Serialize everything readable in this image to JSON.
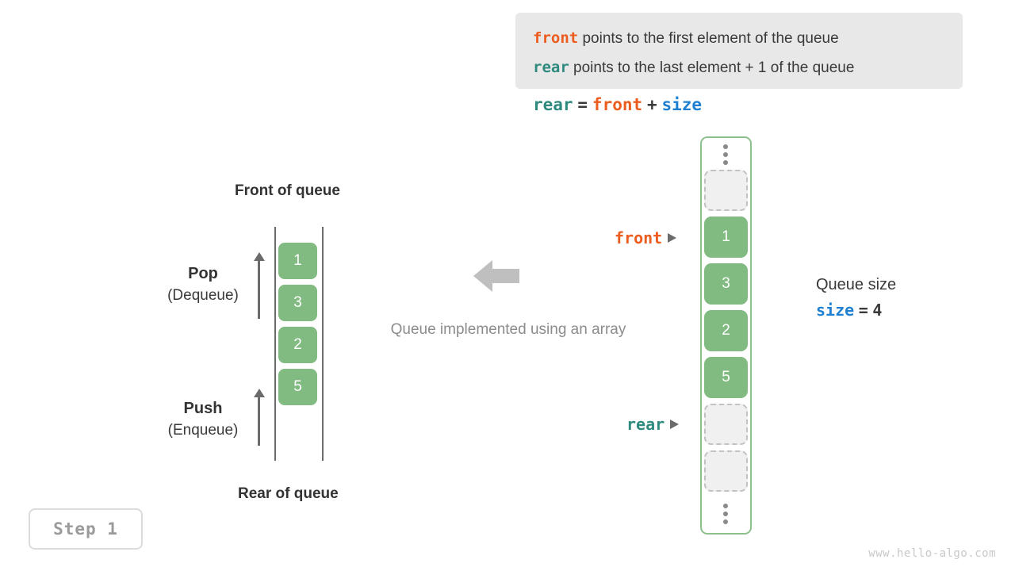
{
  "info_box": {
    "lines": [
      {
        "keyword": "front",
        "keyword_color": "#ec5c1e",
        "text": "points to the first element of the queue"
      },
      {
        "keyword": "rear",
        "keyword_color": "#2f8a7e",
        "text": "points to the last element + 1 of the queue"
      }
    ]
  },
  "formula": {
    "lhs": "rear",
    "eq": "=",
    "rhs1": "front",
    "plus": "+",
    "rhs2": "size"
  },
  "left_diagram": {
    "title_top": "Front of queue",
    "title_bottom": "Rear of queue",
    "cells": [
      "1",
      "3",
      "2",
      "5"
    ],
    "pop_label": "Pop",
    "pop_sub": "(Dequeue)",
    "push_label": "Push",
    "push_sub": "(Enqueue)"
  },
  "center": {
    "caption": "Queue implemented using an array"
  },
  "array_diagram": {
    "cells": [
      {
        "kind": "empty",
        "value": ""
      },
      {
        "kind": "filled",
        "value": "1"
      },
      {
        "kind": "filled",
        "value": "3"
      },
      {
        "kind": "filled",
        "value": "2"
      },
      {
        "kind": "filled",
        "value": "5"
      },
      {
        "kind": "empty",
        "value": ""
      },
      {
        "kind": "empty",
        "value": ""
      }
    ],
    "front_label": "front",
    "rear_label": "rear"
  },
  "size_block": {
    "title": "Queue size",
    "name": "size",
    "eq": "=",
    "value": "4"
  },
  "step_badge": {
    "label": "Step 1"
  },
  "watermark": {
    "text": "www.hello-algo.com"
  },
  "colors": {
    "front": "#ec5c1e",
    "rear": "#2f8a7e",
    "size": "#1f7fd0",
    "cell_green": "#82bb82",
    "container_green": "#8cc08c",
    "muted": "#8c8c8c"
  }
}
